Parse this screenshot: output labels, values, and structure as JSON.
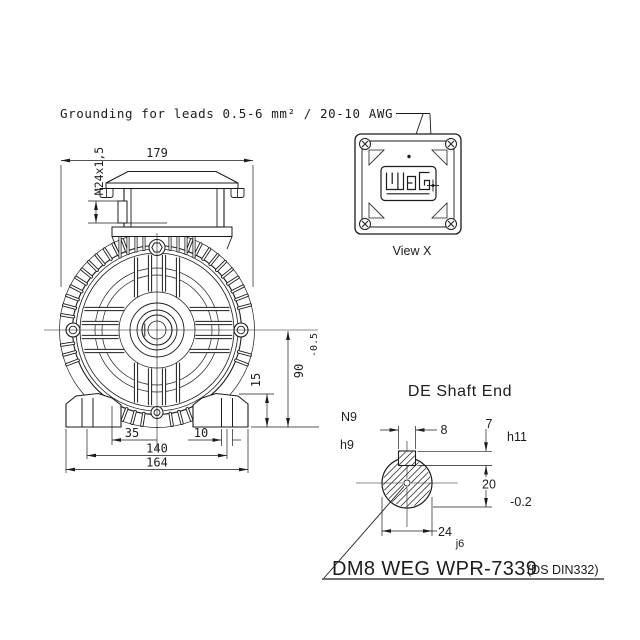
{
  "colors": {
    "ink": "#1c1c1c",
    "background": "#ffffff"
  },
  "note": {
    "text": "Grounding for leads 0.5-6 mm² / 20-10 AWG"
  },
  "front_view": {
    "dim_width": "179",
    "dim_gland": "M24x1,5",
    "dim_shaft_height": "90",
    "dim_shaft_height_tol": "-0.5",
    "dim_foot_height": "15",
    "dim_foot_offset": "35",
    "dim_slot_width": "10",
    "dim_hole_spacing": "140",
    "dim_foot_width": "164"
  },
  "detail_view": {
    "label": "View X",
    "logo": "WEG"
  },
  "shaft_end": {
    "title": "DE Shaft End",
    "groove_fit": "N9",
    "key_fit": "h9",
    "key_width": "8",
    "key_height": "7",
    "key_height_fit": "h11",
    "keyseat_depth": "20",
    "keyseat_depth_tol": "-0.2",
    "diameter": "24",
    "diameter_fit": "j6"
  },
  "title_block": {
    "designation": "DM8 WEG WPR-7339",
    "standard": "(DS DIN332)"
  }
}
